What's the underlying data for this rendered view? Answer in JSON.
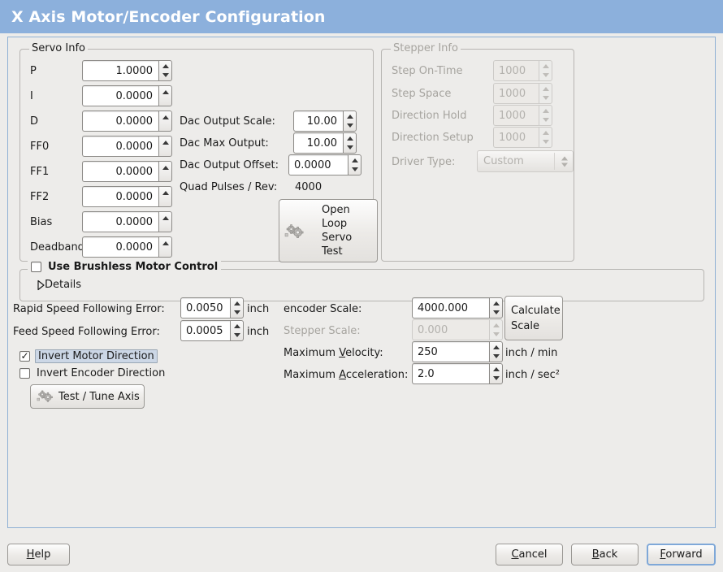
{
  "window": {
    "title": "X Axis Motor/Encoder Configuration",
    "title_bg": "#8cb0dc",
    "title_fg": "#ffffff",
    "background": "#edecea",
    "content_border": "#8fb0d4"
  },
  "servo_info": {
    "frame_title": "Servo Info",
    "enabled": true,
    "pid_rows": [
      {
        "label": "P",
        "value": "1.0000"
      },
      {
        "label": "I",
        "value": "0.0000"
      },
      {
        "label": "D",
        "value": "0.0000"
      },
      {
        "label": "FF0",
        "value": "0.0000"
      },
      {
        "label": "FF1",
        "value": "0.0000"
      },
      {
        "label": "FF2",
        "value": "0.0000"
      },
      {
        "label": "Bias",
        "value": "0.0000"
      },
      {
        "label": "Deadband",
        "value": "0.0000"
      }
    ],
    "dac_output_scale": {
      "label": "Dac Output Scale:",
      "value": "10.00"
    },
    "dac_max_output": {
      "label": "Dac Max Output:",
      "value": "10.00"
    },
    "dac_output_offset": {
      "label": "Dac Output Offset:",
      "value": "0.0000"
    },
    "quad_pulses": {
      "label": "Quad Pulses / Rev:",
      "value": "4000"
    },
    "open_loop_button": {
      "line1": "Open",
      "line2": "Loop",
      "line3": "Servo",
      "line4": "Test",
      "icon": "gears-icon"
    }
  },
  "stepper_info": {
    "frame_title": "Stepper Info",
    "enabled": false,
    "rows": [
      {
        "label": "Step On-Time",
        "value": "1000"
      },
      {
        "label": "Step Space",
        "value": "1000"
      },
      {
        "label": "Direction Hold",
        "value": "1000"
      },
      {
        "label": "Direction Setup",
        "value": "1000"
      }
    ],
    "driver_type": {
      "label": "Driver Type:",
      "value": "Custom"
    }
  },
  "brushless": {
    "checkbox_label": "Use Brushless Motor Control",
    "checked": false,
    "details_label": "Details",
    "details_expanded": false
  },
  "errors": {
    "rapid": {
      "label": "Rapid Speed Following Error:",
      "value": "0.0050",
      "unit": "inch"
    },
    "feed": {
      "label": "Feed Speed Following Error:",
      "value": "0.0005",
      "unit": "inch"
    }
  },
  "invert": {
    "motor": {
      "label": "Invert Motor Direction",
      "checked": true,
      "focused": true
    },
    "encoder": {
      "label": "Invert Encoder Direction",
      "checked": false,
      "focused": false
    }
  },
  "test_tune_button": {
    "label": "Test / Tune Axis",
    "icon": "gears-icon"
  },
  "scale": {
    "encoder_scale": {
      "label": "encoder Scale:",
      "value": "4000.000",
      "enabled": true
    },
    "stepper_scale": {
      "label": "Stepper Scale:",
      "value": "0.000",
      "enabled": false
    },
    "max_velocity": {
      "label_pre": "Maximum ",
      "mnemonic": "V",
      "label_post": "elocity:",
      "value": "250",
      "unit": "inch / min"
    },
    "max_accel": {
      "label_pre": "Maximum ",
      "mnemonic": "A",
      "label_post": "cceleration:",
      "value": "2.0",
      "unit": "inch / sec²"
    },
    "calculate_button": {
      "line1": "Calculate",
      "line2": "Scale"
    }
  },
  "action_buttons": {
    "help": {
      "pre": "",
      "mnemonic": "H",
      "post": "elp"
    },
    "cancel": {
      "pre": "",
      "mnemonic": "C",
      "post": "ancel"
    },
    "back": {
      "pre": "",
      "mnemonic": "B",
      "post": "ack"
    },
    "forward": {
      "pre": "",
      "mnemonic": "F",
      "post": "orward",
      "focused": true
    }
  }
}
